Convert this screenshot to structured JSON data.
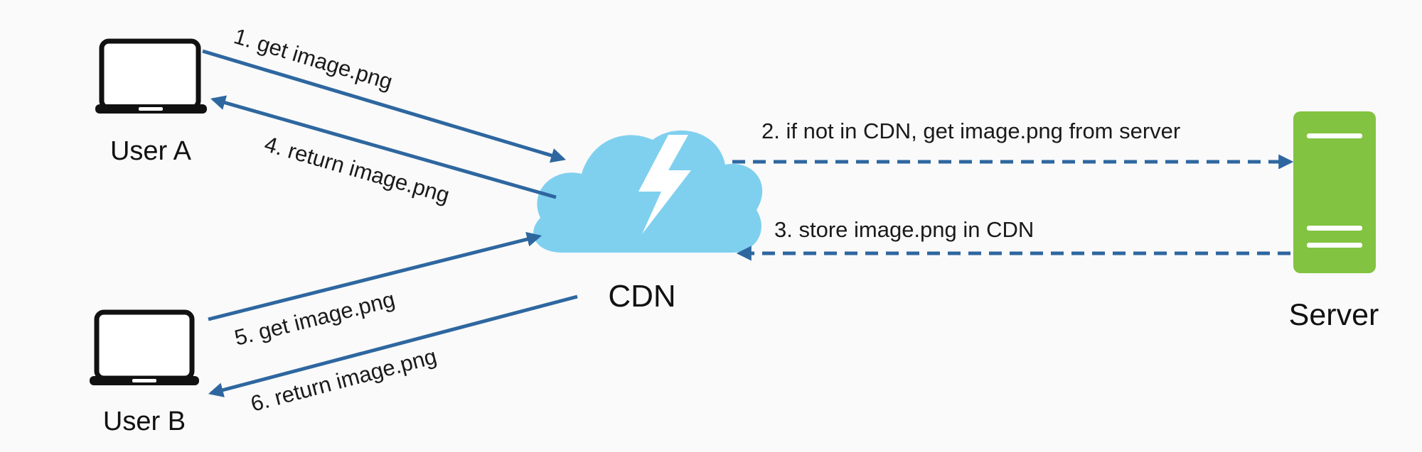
{
  "nodes": {
    "user_a": {
      "label": "User A"
    },
    "user_b": {
      "label": "User B"
    },
    "cdn": {
      "label": "CDN"
    },
    "server": {
      "label": "Server"
    }
  },
  "edges": {
    "get_a": {
      "label": "1. get image.png"
    },
    "fetch": {
      "label": "2. if not in CDN, get image.png from server"
    },
    "store": {
      "label": "3. store image.png in CDN"
    },
    "return_a": {
      "label": "4. return image.png"
    },
    "get_b": {
      "label": "5. get image.png"
    },
    "return_b": {
      "label": "6. return image.png"
    }
  },
  "colors": {
    "arrow": "#2e67a0",
    "cloud": "#7fd0ef",
    "bolt": "#ffffff",
    "server_body": "#82c341",
    "server_slot": "#ffffff",
    "laptop": "#111111"
  },
  "icons": {
    "user_a": "laptop-icon",
    "user_b": "laptop-icon",
    "cdn": "cloud-lightning-icon",
    "server": "server-icon"
  }
}
